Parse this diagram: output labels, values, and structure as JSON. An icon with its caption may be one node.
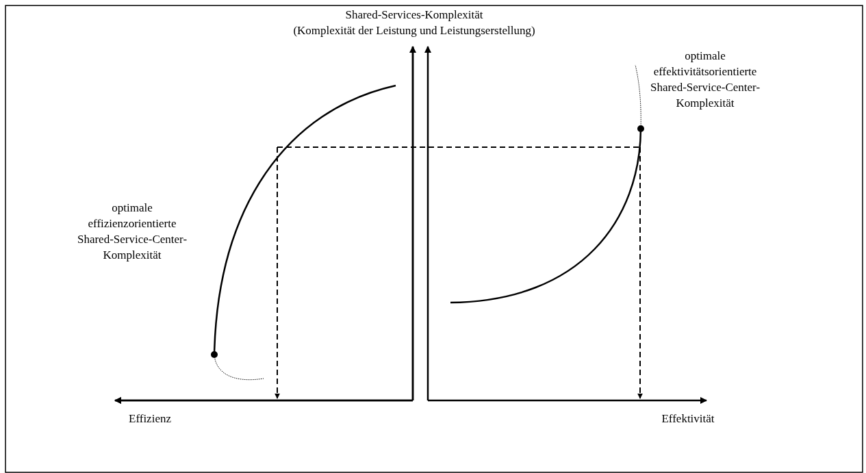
{
  "diagram": {
    "labels": [
      "Shared-Services-Komplexität (Komplexität der Leistung und Leistungserstellung)",
      "optimale effektivitätsorientierte Shared-Service-Center-Komplexität",
      "optimale effizienzorientierte Shared-Service-Center-Komplexität",
      "Effizienz",
      "Effektivität"
    ]
  }
}
